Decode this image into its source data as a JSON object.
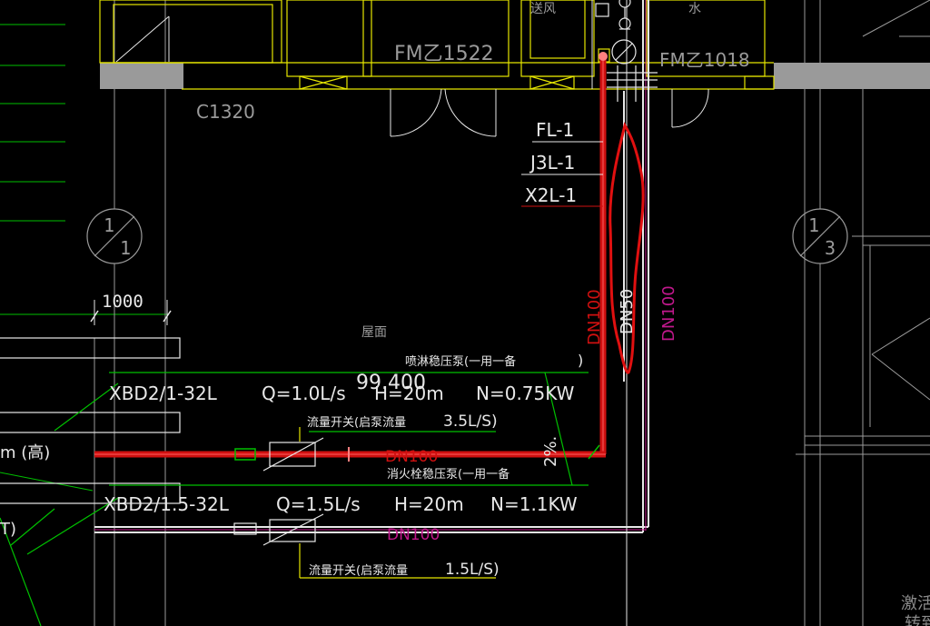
{
  "drawing": {
    "background": "#000000",
    "colors": {
      "wall": "#9a9a9a",
      "yellow": "#e6e600",
      "white": "#e8e8e8",
      "green": "#00c000",
      "red": "#d01010",
      "magenta": "#c0188c",
      "gray": "#8a8a8a"
    },
    "door_labels": {
      "door_1": "FM乙1522",
      "door_2": "FM乙1018"
    },
    "window_label": "C1320",
    "room_labels": {
      "top_small_1": "送风",
      "top_small_2": "水",
      "roof": "屋面"
    },
    "axis_bubbles": [
      {
        "top": "1",
        "bottom": "1"
      },
      {
        "top": "1",
        "bottom": "3"
      }
    ],
    "dimension": "1000",
    "riser_labels": [
      "FL-1",
      "J3L-1",
      "X2L-1"
    ],
    "pipe_size_labels": {
      "riser_red": "DN100",
      "riser_white": "DN50",
      "riser_magenta": "DN100",
      "main_red": "DN100",
      "main_magenta": "DN100",
      "slope": "2%."
    },
    "elevation": "99.400",
    "pump_1": {
      "title": "喷淋稳压泵(一用一备",
      "close": ")",
      "model": "XBD2/1-32L",
      "flow": "Q=1.0L/s",
      "head": "H=20m",
      "power": "N=0.75KW",
      "switch": "流量开关(启泵流量",
      "switch_value": "3.5L/S)"
    },
    "pump_2": {
      "title": "消火栓稳压泵(一用一备",
      "model": "XBD2/1.5-32L",
      "flow": "Q=1.5L/s",
      "head": "H=20m",
      "power": "N=1.1KW",
      "switch": "流量开关(启泵流量",
      "switch_value": "1.5L/S)"
    },
    "left_fragments": {
      "high": "m  (高)",
      "paren": "T)"
    },
    "right_fragments": {
      "text_1": "激活",
      "text_2": "转到"
    }
  }
}
